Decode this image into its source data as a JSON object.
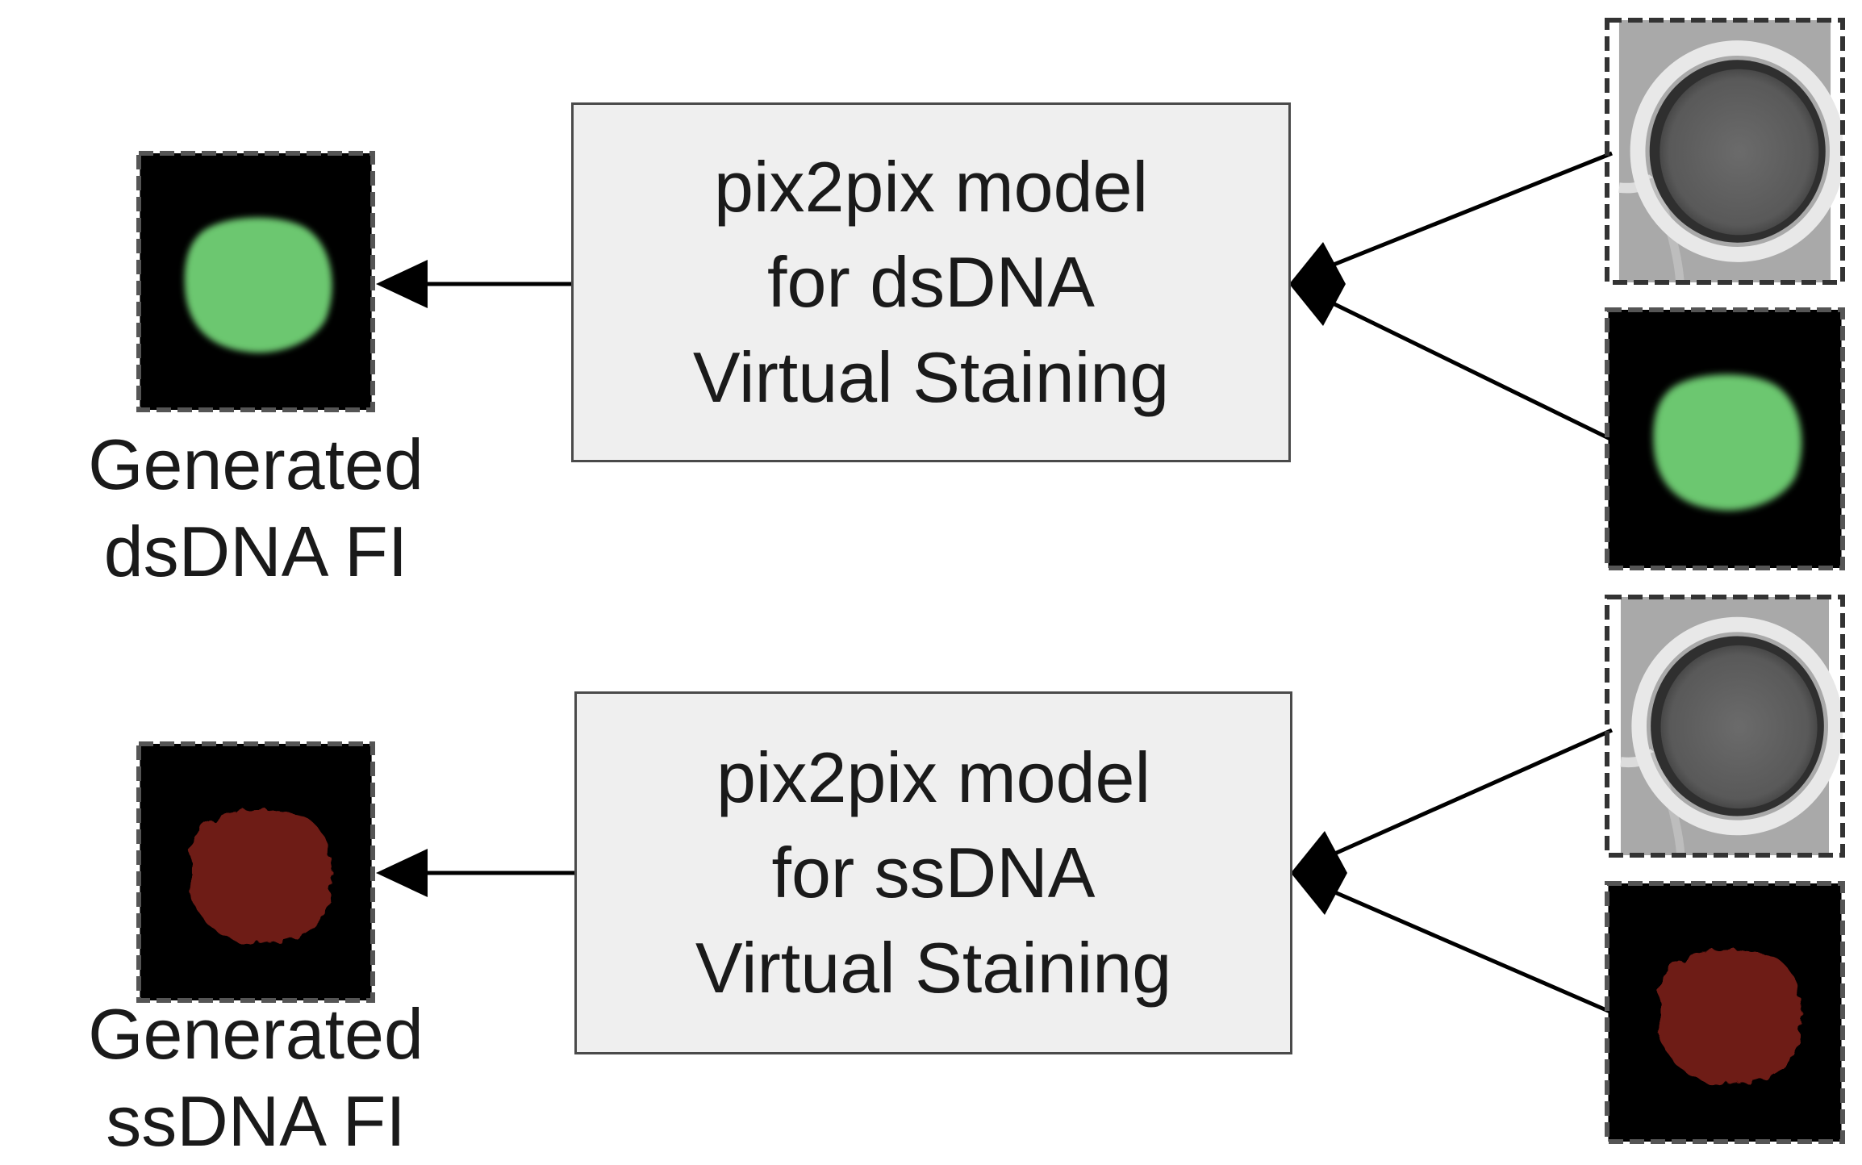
{
  "models": [
    {
      "lines": [
        "pix2pix model",
        "for dsDNA",
        "Virtual Staining"
      ]
    },
    {
      "lines": [
        "pix2pix model",
        "for ssDNA",
        "Virtual Staining"
      ]
    }
  ],
  "outputs": [
    {
      "lines": [
        "Generated",
        "dsDNA FI"
      ],
      "stain_color": "#6cc76f"
    },
    {
      "lines": [
        "Generated",
        "ssDNA FI"
      ],
      "stain_color": "#6e1a14"
    }
  ],
  "inputs": [
    {
      "kind": "brightfield"
    },
    {
      "kind": "fluorescence",
      "stain_color": "#6cc76f"
    },
    {
      "kind": "brightfield"
    },
    {
      "kind": "fluorescence",
      "stain_color": "#6e1a14"
    }
  ],
  "colors": {
    "box_fill": "#efefef",
    "box_border": "#4a4a4a",
    "arrow": "#000000",
    "tile_frame": "#555555",
    "tile_background": "#000000",
    "brightfield_background": "#a9a9a9"
  }
}
